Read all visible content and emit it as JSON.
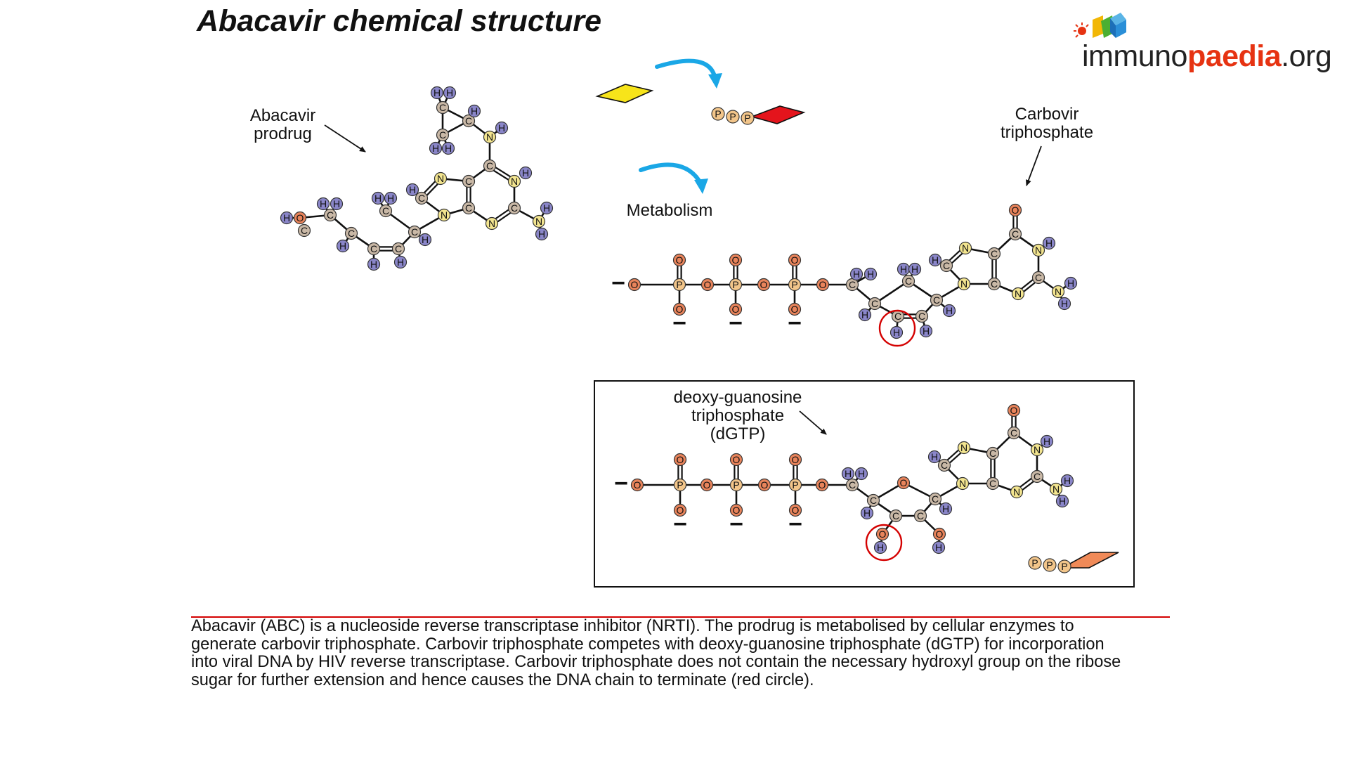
{
  "title": "Abacavir chemical structure",
  "logo": {
    "part1": "immuno",
    "part2": "paedia",
    "part3": ".org"
  },
  "labels": {
    "prodrug_line1": "Abacavir",
    "prodrug_line2": "prodrug",
    "carbovir_line1": "Carbovir",
    "carbovir_line2": "triphosphate",
    "metabolism": "Metabolism",
    "dgtp_line1": "deoxy-guanosine",
    "dgtp_line2": "triphosphate",
    "dgtp_line3": "(dGTP)"
  },
  "caption": [
    "Abacavir (ABC) is a nucleoside reverse transcriptase inhibitor (NRTI). The prodrug is metabolised by cellular enzymes to",
    "generate carbovir triphosphate. Carbovir triphosphate competes with deoxy-guanosine triphosphate (dGTP) for incorporation",
    "into viral DNA by HIV reverse transcriptase. Carbovir triphosphate does not contain the necessary hydroxyl group on the ribose",
    "sugar for further extension and hence causes the DNA chain to terminate (red circle)."
  ],
  "atom_symbols": {
    "carbon": "C",
    "hydrogen": "H",
    "nitrogen": "N",
    "oxygen": "O",
    "phosphorus": "P"
  },
  "charge_symbol": "−",
  "colors": {
    "carbon": "#c9b8a6",
    "hydrogen": "#8a86c9",
    "nitrogen": "#f3e58f",
    "oxygen": "#e9845b",
    "phosphorus": "#f2c58a",
    "termination_circle": "#d40000",
    "arrow_blue": "#1aa7e6",
    "yellow_base": "#f7e41a",
    "red_base": "#e4141c",
    "orange_base": "#f08a58",
    "caption_rule": "#d40000",
    "logo_paedia": "#e63312"
  }
}
